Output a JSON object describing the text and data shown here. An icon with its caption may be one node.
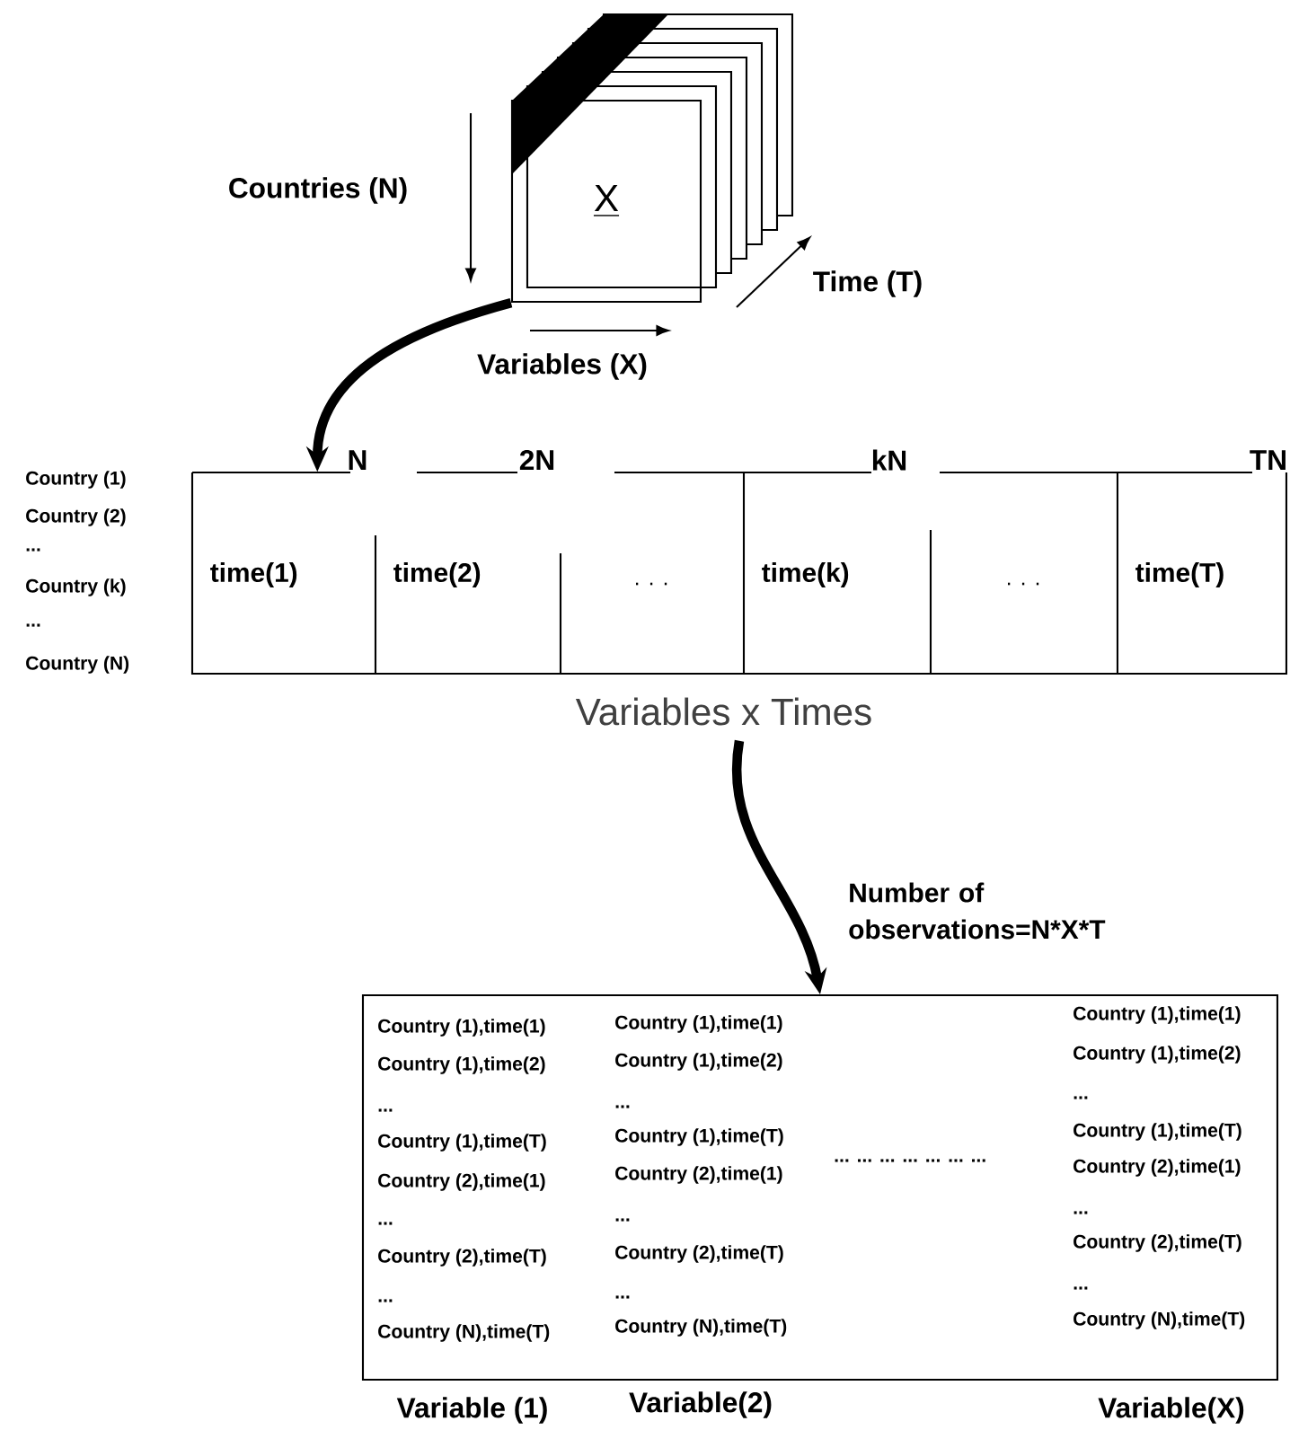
{
  "diagram": {
    "nodes": [
      {
        "text": [
          "X"
        ]
      },
      {
        "text": [],
        "shape": "box",
        "beside": [
          "Variables x Times"
        ]
      },
      {
        "text": [
          "time(1)"
        ],
        "in": 1
      },
      {
        "text": [
          "time(2)"
        ],
        "in": 1
      },
      {
        "text": [
          ". . ."
        ],
        "in": 1
      },
      {
        "text": [
          "time(k)"
        ],
        "in": 1
      },
      {
        "text": [
          ". . ."
        ],
        "in": 1
      },
      {
        "text": [
          "time(T)"
        ],
        "in": 1
      },
      {
        "text": [],
        "shape": "box"
      }
    ],
    "edges": [
      {
        "from": 0,
        "to": 1,
        "arrow": "to"
      },
      {
        "from": 1,
        "to": 8,
        "arrow": "to"
      }
    ],
    "labels": [
      "Countries (N)",
      "Time (T)",
      "Variables (X)",
      "N",
      "2N",
      "kN",
      "TN",
      "Country (1)",
      "Country (2)",
      "...",
      "Country (k)",
      "...",
      "Country (N)",
      "Number of observations=N*X*T",
      "Country (1),time(1)",
      "Country (1),time(2)",
      "...",
      "Country (1),time(T)",
      "Country (2),time(1)",
      "...",
      "Country (2),time(T)",
      "...",
      "Country (N),time(T)",
      "Country (1),time(1)",
      "Country (1),time(2)",
      "...",
      "Country (1),time(T)",
      "Country (2),time(1)",
      "...",
      "Country (2),time(T)",
      "...",
      "Country (N),time(T)",
      "... ... ... ... ... ... ...",
      "Country (1),time(1)",
      "Country (1),time(2)",
      "...",
      "Country (1),time(T)",
      "Country (2),time(1)",
      "...",
      "Country (2),time(T)",
      "...",
      "Country (N),time(T)",
      "Variable (1)",
      "Variable(2)",
      "Variable(X)"
    ]
  }
}
